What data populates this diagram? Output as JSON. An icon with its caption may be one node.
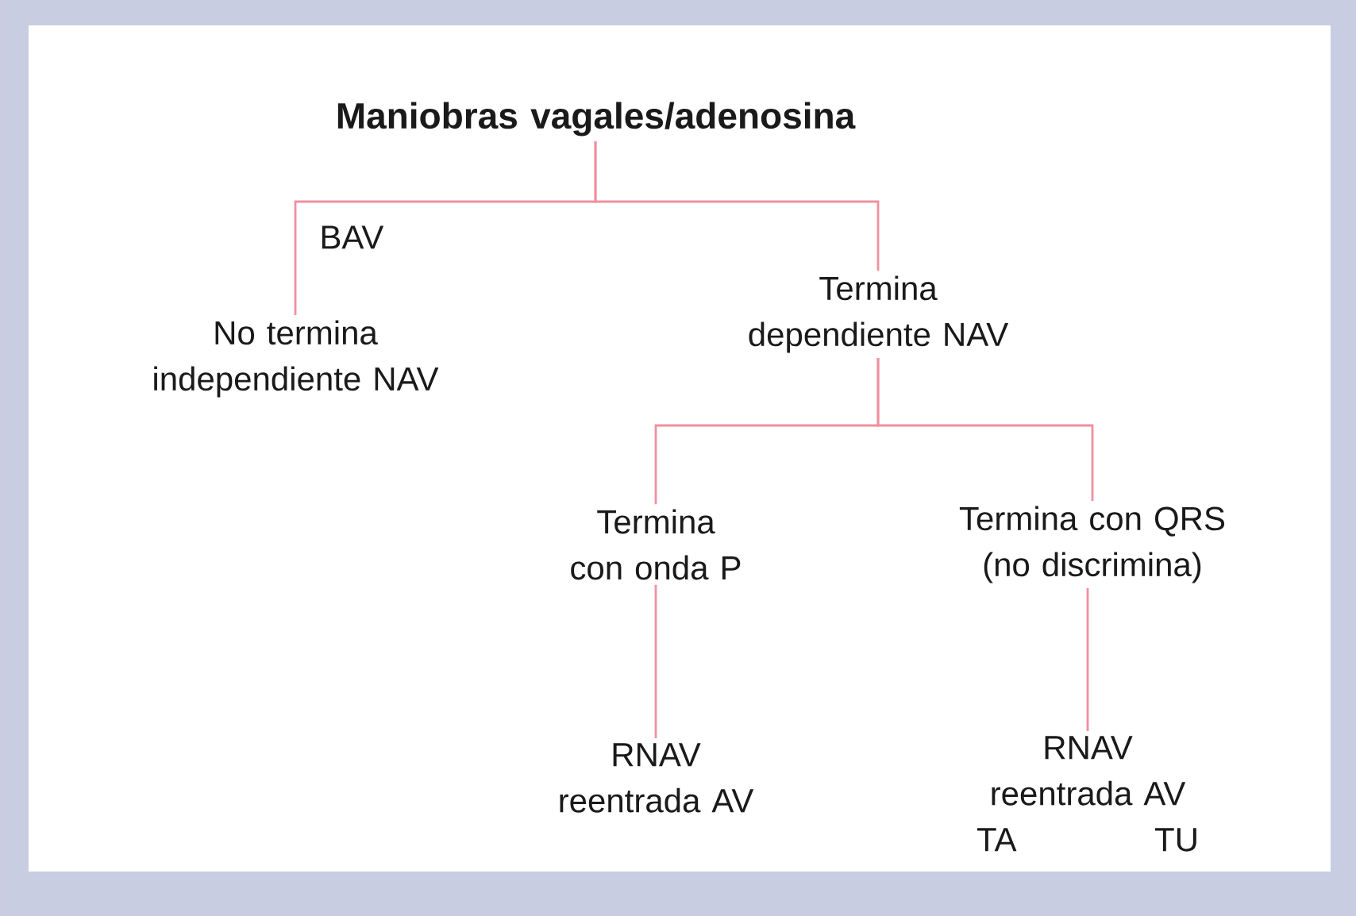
{
  "diagram": {
    "nodes": [
      {
        "text": [
          "Maniobras vagales/adenosina"
        ]
      },
      {
        "text": [
          "No termina independiente NAV"
        ]
      },
      {
        "text": [
          "Termina dependiente NAV"
        ]
      },
      {
        "text": [
          "Termina con onda P"
        ]
      },
      {
        "text": [
          "Termina con QRS (no discrimina)"
        ]
      },
      {
        "text": [
          "RNAV reentrada AV"
        ]
      },
      {
        "text": [
          "RNAV reentrada AV",
          "TA",
          "TU"
        ]
      }
    ],
    "edges": [
      {
        "from": 0,
        "to": 1,
        "arrow": "none",
        "label": "BAV"
      },
      {
        "from": 0,
        "to": 2,
        "arrow": "none"
      },
      {
        "from": 2,
        "to": 3,
        "arrow": "none"
      },
      {
        "from": 2,
        "to": 4,
        "arrow": "none"
      },
      {
        "from": 3,
        "to": 5,
        "arrow": "none"
      },
      {
        "from": 4,
        "to": 6,
        "arrow": "none"
      }
    ]
  }
}
